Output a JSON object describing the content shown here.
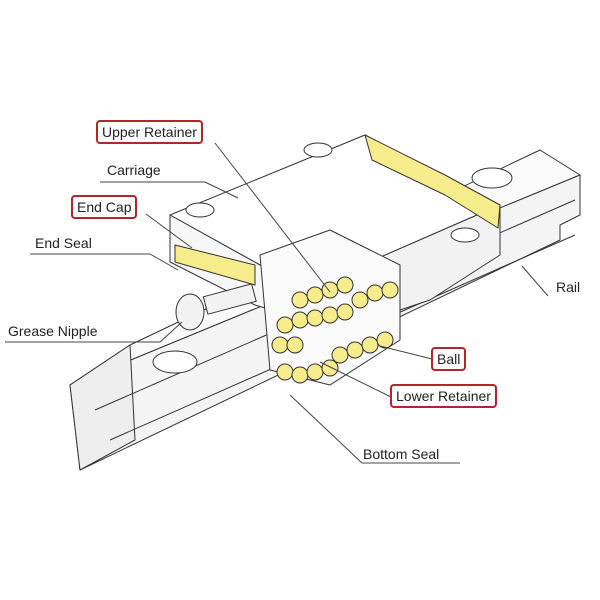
{
  "labels": {
    "upper_retainer": "Upper Retainer",
    "carriage": "Carriage",
    "end_cap": "End Cap",
    "end_seal": "End Seal",
    "grease_nipple": "Grease Nipple",
    "rail": "Rail",
    "ball": "Ball",
    "lower_retainer": "Lower Retainer",
    "bottom_seal": "Bottom Seal"
  },
  "colors": {
    "highlight_box": "#b0262c",
    "part_yellow": "#f6ec8c",
    "line": "#333333"
  }
}
